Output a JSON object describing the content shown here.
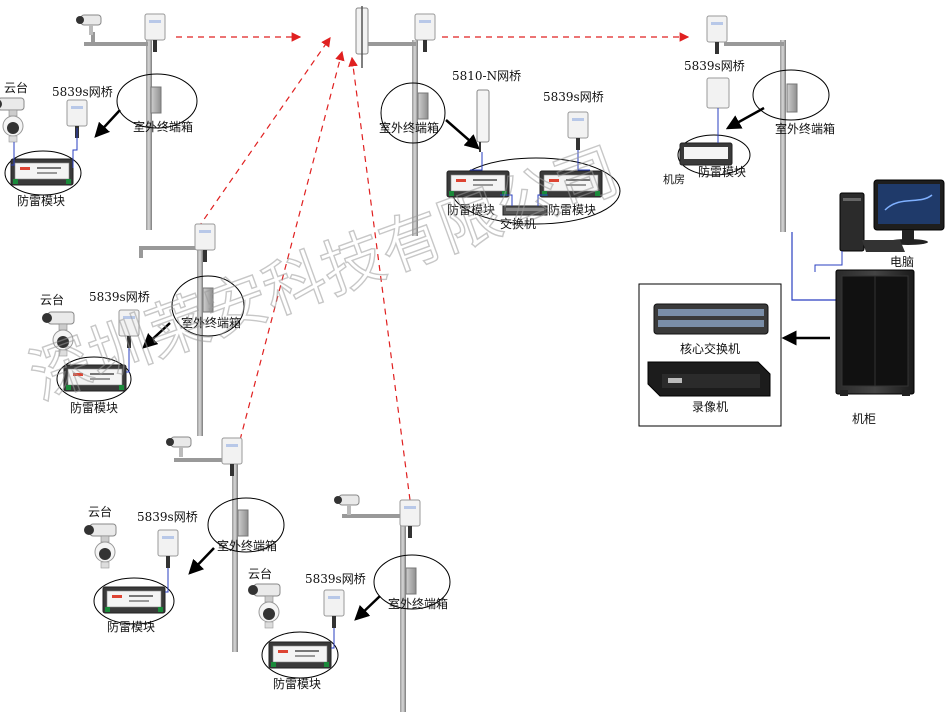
{
  "labels": {
    "ptz": "云台",
    "bridge_5839s": "5839s网桥",
    "bridge_5810n": "5810-N网桥",
    "outdoor_box": "室外终端箱",
    "surge_module": "防雷模块",
    "switch": "交换机",
    "machine_room": "机房",
    "computer": "电脑",
    "core_switch": "核心交换机",
    "recorder": "录像机",
    "cabinet": "机柜"
  },
  "watermark": "深圳莱安科技有限公司",
  "colors": {
    "wireless_link": "#e02020",
    "cable": "#2a3fc0",
    "pole": "#777777",
    "arrow": "#000000"
  }
}
